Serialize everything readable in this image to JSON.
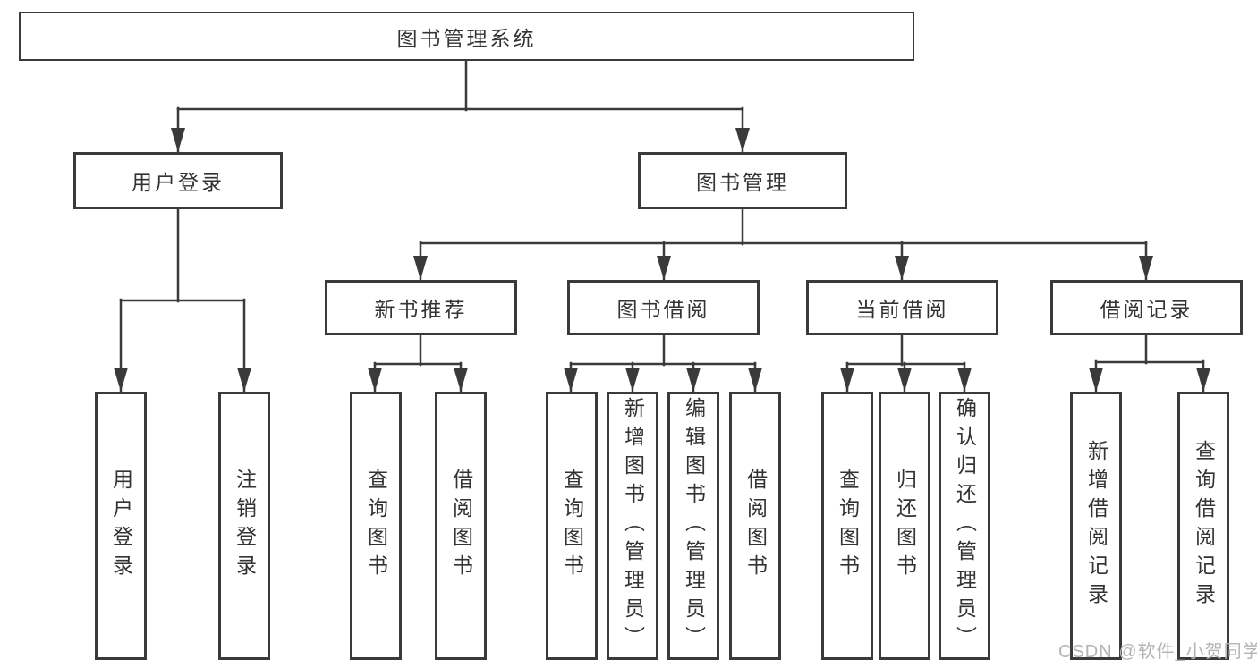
{
  "tree": {
    "label": "图书管理系统",
    "children": [
      {
        "label": "用户登录",
        "children": [
          {
            "label": "用户登录"
          },
          {
            "label": "注销登录"
          }
        ]
      },
      {
        "label": "图书管理",
        "children": [
          {
            "label": "新书推荐",
            "children": [
              {
                "label": "查询图书"
              },
              {
                "label": "借阅图书"
              }
            ]
          },
          {
            "label": "图书借阅",
            "children": [
              {
                "label": "查询图书"
              },
              {
                "label": "新增图书（管理员）"
              },
              {
                "label": "编辑图书（管理员）"
              },
              {
                "label": "借阅图书"
              }
            ]
          },
          {
            "label": "当前借阅",
            "children": [
              {
                "label": "查询图书"
              },
              {
                "label": "归还图书"
              },
              {
                "label": "确认归还（管理员）"
              }
            ]
          },
          {
            "label": "借阅记录",
            "children": [
              {
                "label": "新增借阅记录"
              },
              {
                "label": "查询借阅记录"
              }
            ]
          }
        ]
      }
    ]
  },
  "watermark": {
    "text": "CSDN @软件_小贺同学"
  },
  "colors": {
    "line": "#3a3a3a",
    "text": "#333333",
    "watermark": "#b4b4b8",
    "background": "#ffffff"
  }
}
